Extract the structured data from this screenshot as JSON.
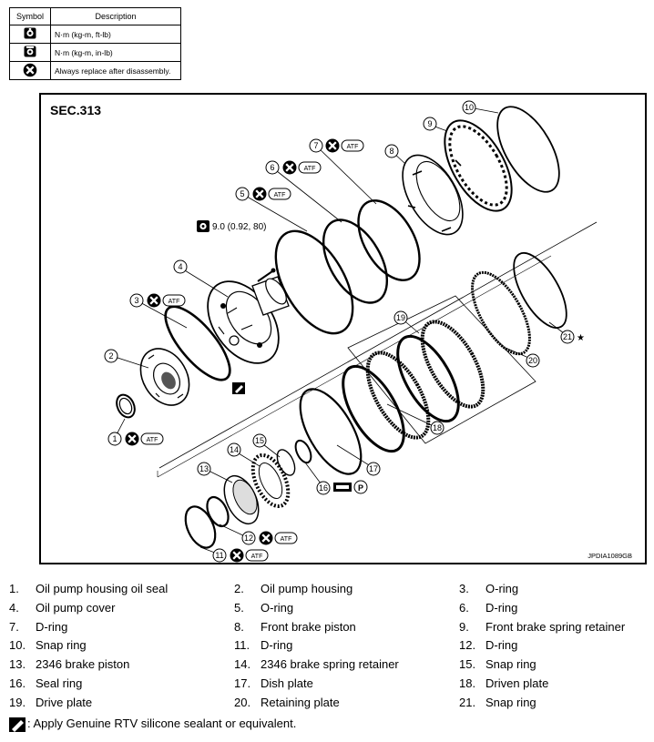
{
  "legend": {
    "header_symbol": "Symbol",
    "header_description": "Description",
    "rows": [
      {
        "icon": "torque-ftlb-icon",
        "description": "N·m (kg-m, ft-lb)"
      },
      {
        "icon": "torque-inlb-icon",
        "description": "N·m (kg-m, in-lb)"
      },
      {
        "icon": "replace-icon",
        "description": "Always replace after disassembly."
      }
    ]
  },
  "figure": {
    "section": "SEC.313",
    "code": "JPDIA1089GB",
    "torque_value": "9.0 (0.92, 80)",
    "atf_label": "ATF",
    "p_label": "P",
    "callouts": [
      "1",
      "2",
      "3",
      "4",
      "5",
      "6",
      "7",
      "8",
      "9",
      "10",
      "11",
      "12",
      "13",
      "14",
      "15",
      "16",
      "17",
      "18",
      "19",
      "20",
      "21"
    ],
    "star": "★"
  },
  "parts": [
    {
      "num": "1.",
      "name": "Oil pump housing oil seal"
    },
    {
      "num": "2.",
      "name": "Oil pump housing"
    },
    {
      "num": "3.",
      "name": "O-ring"
    },
    {
      "num": "4.",
      "name": "Oil pump cover"
    },
    {
      "num": "5.",
      "name": "O-ring"
    },
    {
      "num": "6.",
      "name": "D-ring"
    },
    {
      "num": "7.",
      "name": "D-ring"
    },
    {
      "num": "8.",
      "name": "Front brake piston"
    },
    {
      "num": "9.",
      "name": "Front brake spring retainer"
    },
    {
      "num": "10.",
      "name": "Snap ring"
    },
    {
      "num": "11.",
      "name": "D-ring"
    },
    {
      "num": "12.",
      "name": "D-ring"
    },
    {
      "num": "13.",
      "name": "2346 brake piston"
    },
    {
      "num": "14.",
      "name": "2346 brake spring retainer"
    },
    {
      "num": "15.",
      "name": "Snap ring"
    },
    {
      "num": "16.",
      "name": "Seal ring"
    },
    {
      "num": "17.",
      "name": "Dish plate"
    },
    {
      "num": "18.",
      "name": "Driven plate"
    },
    {
      "num": "19.",
      "name": "Drive plate"
    },
    {
      "num": "20.",
      "name": "Retaining plate"
    },
    {
      "num": "21.",
      "name": "Snap ring"
    }
  ],
  "note": ": Apply Genuine RTV silicone sealant or equivalent."
}
